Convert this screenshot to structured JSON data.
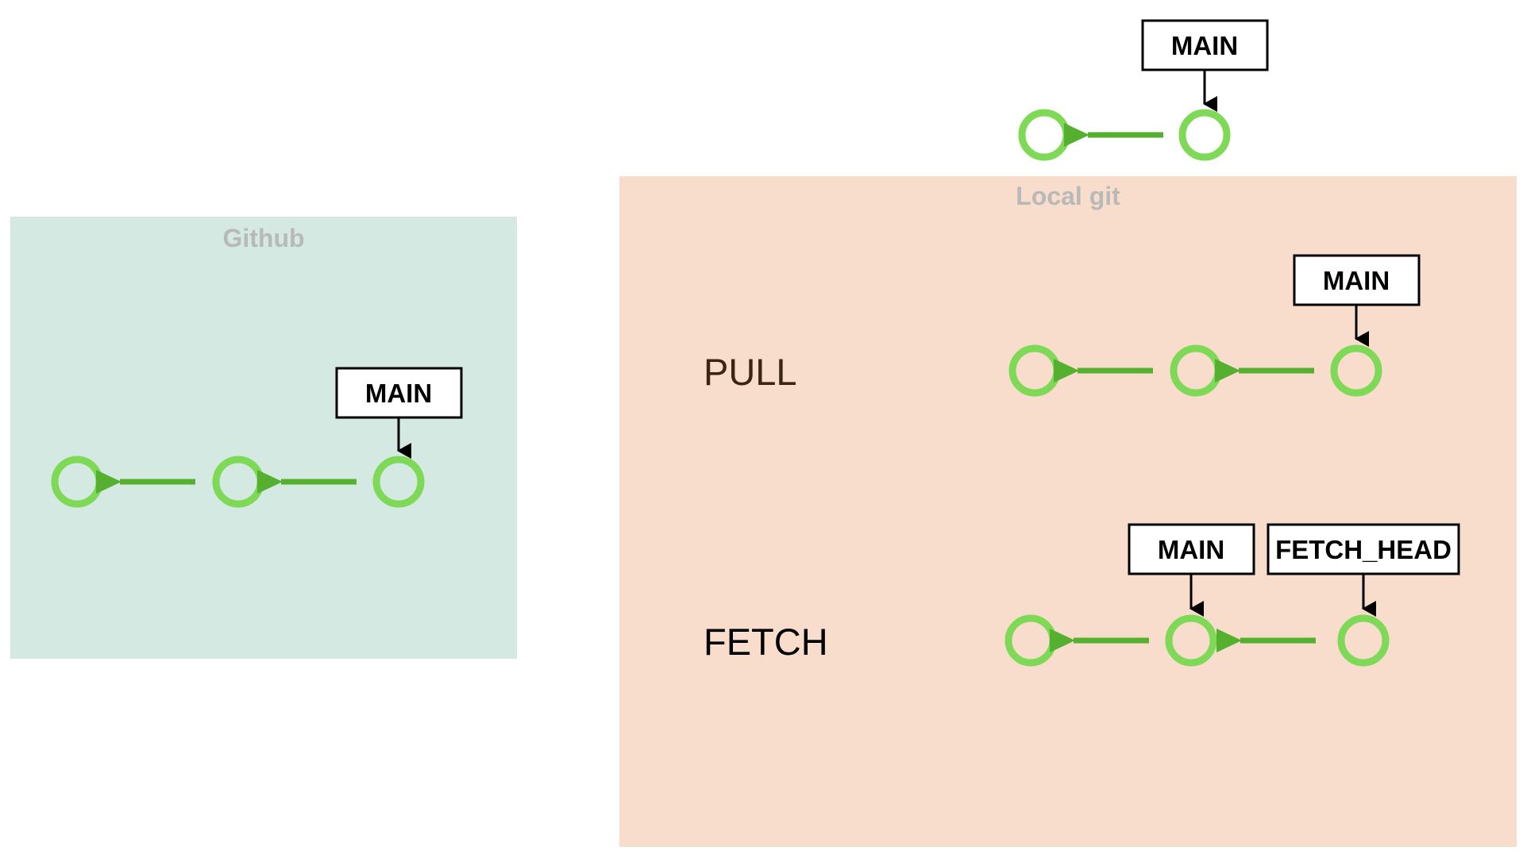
{
  "panels": {
    "github": {
      "label": "Github",
      "color": "#d3e9e2"
    },
    "local": {
      "label": "Local git",
      "color": "#f8dccc"
    }
  },
  "top_branch": {
    "label": "MAIN"
  },
  "github_branch": {
    "label": "MAIN"
  },
  "pull": {
    "op_label": "PULL",
    "branch_label": "MAIN"
  },
  "fetch": {
    "op_label": "FETCH",
    "main_label": "MAIN",
    "fetch_head_label": "FETCH_HEAD"
  },
  "colors": {
    "commit_ring": "#7ed957",
    "arrow": "#55b030",
    "pointer": "#000000"
  },
  "icons": [
    "commit-circle-icon",
    "arrow-left-icon",
    "arrow-down-icon"
  ]
}
